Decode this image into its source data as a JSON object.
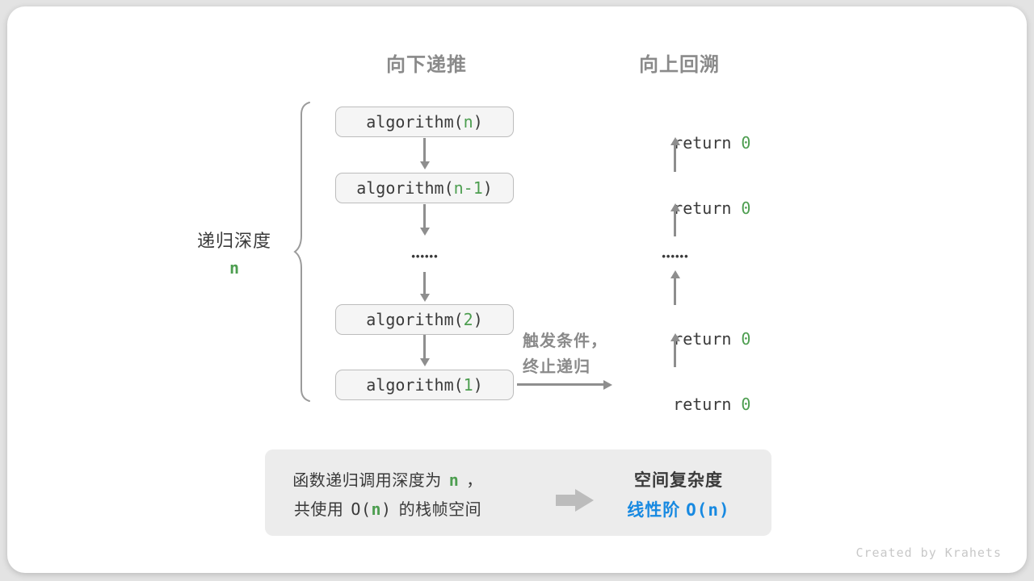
{
  "headers": {
    "descend": "向下递推",
    "backtrack": "向上回溯"
  },
  "depth_brace": {
    "label": "递归深度",
    "var": "n"
  },
  "calls": [
    {
      "prefix": "algorithm(",
      "param": "n",
      "suffix": ")"
    },
    {
      "prefix": "algorithm(",
      "param": "n-1",
      "suffix": ")"
    },
    {
      "prefix": "algorithm(",
      "param": "2",
      "suffix": ")"
    },
    {
      "prefix": "algorithm(",
      "param": "1",
      "suffix": ")"
    }
  ],
  "returns": [
    {
      "keyword": "return",
      "value": "0"
    },
    {
      "keyword": "return",
      "value": "0"
    },
    {
      "keyword": "return",
      "value": "0"
    },
    {
      "keyword": "return",
      "value": "0"
    }
  ],
  "ellipsis": "••••••",
  "trigger_note": {
    "line1": "触发条件，",
    "line2": "终止递归"
  },
  "summary": {
    "line1": {
      "pre": "函数递归调用深度为",
      "var": "n",
      "post": "，"
    },
    "line2": {
      "pre": "共使用",
      "o_open": "O(",
      "var": "n",
      "o_close": ")",
      "post": "的栈帧空间"
    },
    "right": {
      "title": "空间复杂度",
      "label": "线性阶",
      "big_o": "O(n)"
    }
  },
  "footer": "Created by Krahets",
  "colors": {
    "green": "#4d9e50",
    "blue": "#1789e1",
    "arrow_gray": "#8e8e8e",
    "note_gray": "#8a8a8a",
    "box_fill": "#f5f5f5",
    "box_border": "#bcbcbc",
    "summary_fill": "#ececec"
  }
}
